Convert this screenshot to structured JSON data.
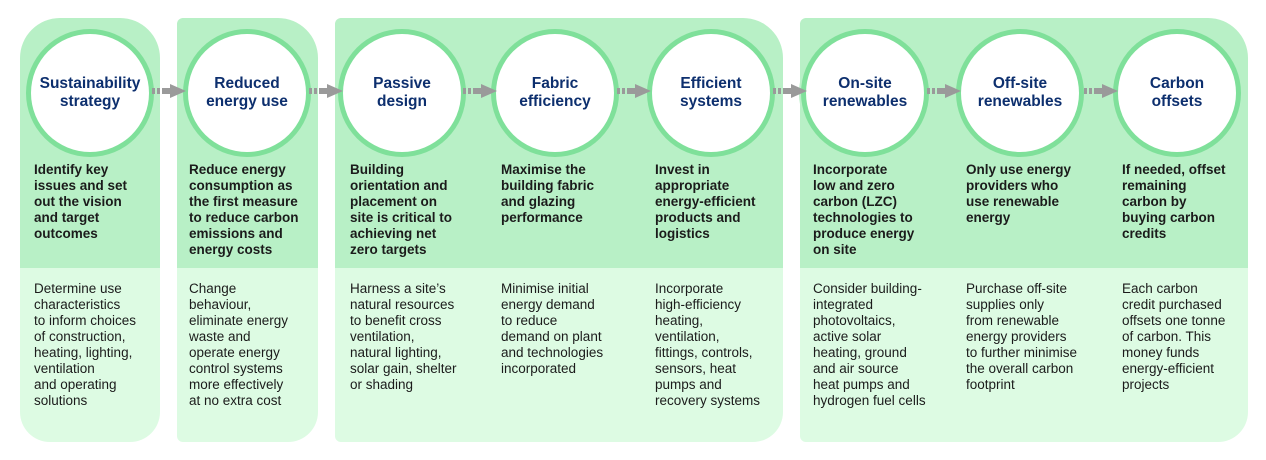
{
  "steps": [
    {
      "title": "Sustainability\nstrategy",
      "heading": "Identify key\nissues and set\nout the vision\nand target\noutcomes",
      "desc": "Determine use\ncharacteristics\nto inform choices\nof construction,\nheating, lighting,\nventilation\nand operating\nsolutions"
    },
    {
      "title": "Reduced\nenergy use",
      "heading": "Reduce energy\nconsumption as\nthe first measure\nto reduce carbon\nemissions and\nenergy costs",
      "desc": "Change\nbehaviour,\neliminate energy\nwaste and\noperate energy\ncontrol systems\nmore effectively\nat no extra cost"
    },
    {
      "title": "Passive\ndesign",
      "heading": "Building\norientation and\nplacement on\nsite is critical to\nachieving net\nzero targets",
      "desc": "Harness a site’s\nnatural resources\nto benefit cross\nventilation,\nnatural lighting,\nsolar gain, shelter\nor shading"
    },
    {
      "title": "Fabric\nefficiency",
      "heading": "Maximise the\nbuilding fabric\nand glazing\nperformance",
      "desc": "Minimise initial\nenergy demand\nto reduce\ndemand on plant\nand technologies\nincorporated"
    },
    {
      "title": "Efficient\nsystems",
      "heading": "Invest in\nappropriate\nenergy-efficient\nproducts and\nlogistics",
      "desc": "Incorporate\nhigh-efficiency\nheating,\nventilation,\nfittings, controls,\nsensors, heat\npumps and\nrecovery systems"
    },
    {
      "title": "On-site\nrenewables",
      "heading": "Incorporate\nlow and zero\ncarbon (LZC)\ntechnologies to\nproduce energy\non site",
      "desc": "Consider building-\nintegrated\nphotovoltaics,\nactive solar\nheating, ground\nand air source\nheat pumps and\nhydrogen fuel cells"
    },
    {
      "title": "Off-site\nrenewables",
      "heading": "Only use energy\nproviders who\nuse renewable\nenergy",
      "desc": "Purchase off-site\nsupplies only\nfrom renewable\nenergy providers\nto further minimise\nthe overall carbon\nfootprint"
    },
    {
      "title": "Carbon\noffsets",
      "heading": "If needed, offset\nremaining\ncarbon by\nbuying carbon\ncredits",
      "desc": "Each carbon\ncredit purchased\noffsets one tonne\nof carbon. This\nmoney funds\nenergy-efficient\nprojects"
    }
  ]
}
